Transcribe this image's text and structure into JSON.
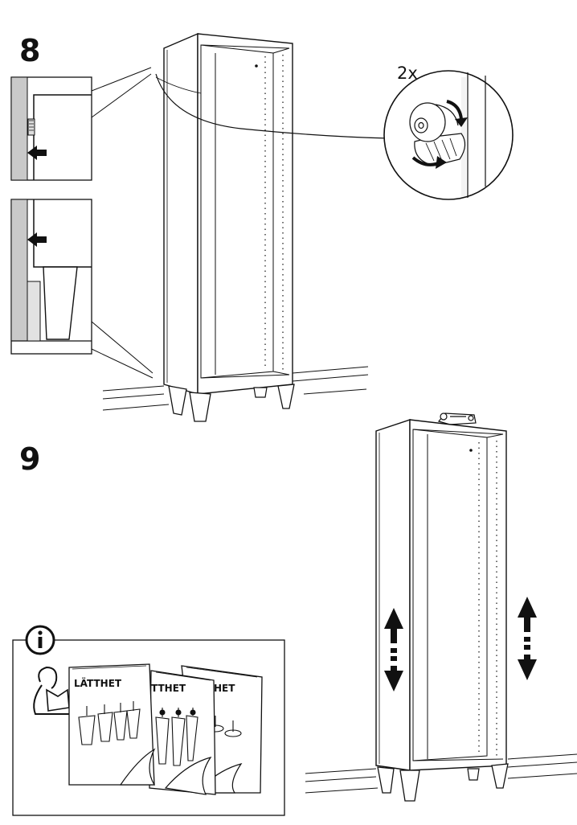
{
  "steps": [
    {
      "number": "8",
      "quantity_label": "2x"
    },
    {
      "number": "9"
    }
  ],
  "info": {
    "icon": "info-icon",
    "booklets": [
      "LÄTTHET",
      "TTHET",
      "HET"
    ]
  },
  "colors": {
    "line": "#111111",
    "wall_gray": "#c9c9c9"
  }
}
